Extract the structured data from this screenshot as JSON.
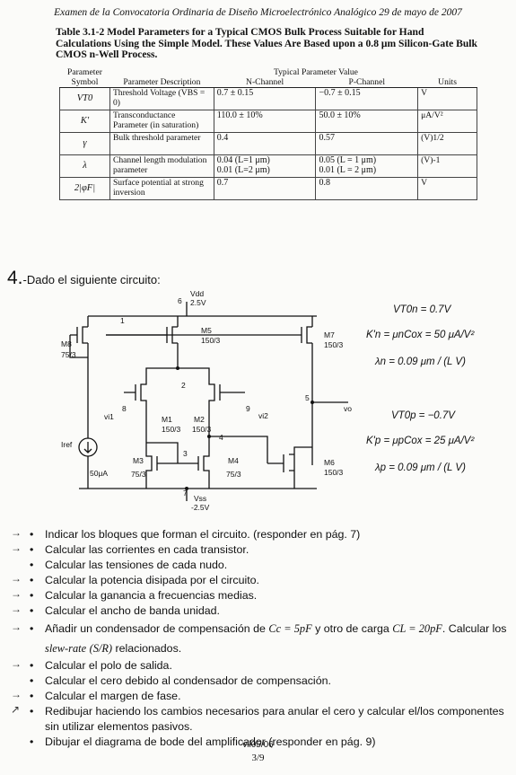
{
  "header": "Examen de la Convocatoria Ordinaria de Diseño Microelectrónico Analógico 29 de mayo de 2007",
  "table": {
    "title": "Table 3.1-2 Model Parameters for a Typical CMOS Bulk Process Suitable for Hand Calculations Using the Simple Model. These Values Are Based upon a 0.8 μm Silicon-Gate Bulk CMOS n-Well Process.",
    "headers": {
      "symbol": "Parameter Symbol",
      "description": "Parameter Description",
      "typical": "Typical Parameter Value",
      "n": "N-Channel",
      "p": "P-Channel",
      "units": "Units"
    },
    "rows": [
      {
        "symbol": "VT0",
        "desc": "Threshold Voltage (VBS = 0)",
        "n": "0.7 ± 0.15",
        "p": "−0.7 ± 0.15",
        "units": "V"
      },
      {
        "symbol": "K'",
        "desc": "Transconductance Parameter (in saturation)",
        "n": "110.0 ± 10%",
        "p": "50.0 ± 10%",
        "units": "μA/V²"
      },
      {
        "symbol": "γ",
        "desc": "Bulk threshold parameter",
        "n": "0.4",
        "p": "0.57",
        "units": "(V)1/2"
      },
      {
        "symbol": "λ",
        "desc": "Channel length modulation parameter",
        "n": "0.04 (L=1 μm)",
        "n2": "0.01 (L=2 μm)",
        "p": "0.05 (L = 1 μm)",
        "p2": "0.01 (L = 2 μm)",
        "units": "(V)-1"
      },
      {
        "symbol": "2|φF|",
        "desc": "Surface potential at strong inversion",
        "n": "0.7",
        "p": "0.8",
        "units": "V"
      }
    ]
  },
  "question": {
    "number": "4.",
    "intro": "-Dado el siguiente circuito:"
  },
  "circuit": {
    "labels": {
      "vdd": "Vdd",
      "vdd_val": "2.5V",
      "m5": "M5",
      "m5_size": "150/3",
      "m7": "M7",
      "m7_size": "150/3",
      "m8": "M8",
      "m8_size": "75/3",
      "m1": "M1",
      "m1_size": "150/3",
      "m2": "M2",
      "m2_size": "150/3",
      "m3": "M3",
      "m3_size": "75/3",
      "m4": "M4",
      "m4_size": "75/3",
      "m6": "M6",
      "m6_size": "150/3",
      "vi1": "vi1",
      "vi2": "vi2",
      "vo": "vo",
      "iref": "Iref",
      "iref_val": "50μA",
      "vss": "Vss",
      "vss_val": "-2.5V",
      "n1": "1",
      "n2": "2",
      "n3": "3",
      "n4": "4",
      "n5": "5",
      "n6": "6",
      "n7": "7",
      "n8": "8",
      "n9": "9"
    },
    "equations": {
      "vt0n": "VT0n = 0.7V",
      "kn": "K'n = μnCox = 50 μA/V²",
      "ln": "λn = 0.09 μm / (L V)",
      "vt0p": "VT0p = −0.7V",
      "kp": "K'p = μpCox = 25 μA/V²",
      "lp": "λp = 0.09 μm / (L V)"
    }
  },
  "tasks": [
    "Indicar los bloques que forman el circuito. (responder en pág. 7)",
    "Calcular las corrientes en cada transistor.",
    "Calcular las tensiones de cada nudo.",
    "Calcular la potencia disipada por el circuito.",
    "Calcular la ganancia a frecuencias medias.",
    "Calcular el ancho de banda unidad.",
    "Calcular el polo de salida.",
    "Calcular el cero debido al condensador de compensación.",
    "Calcular el margen de fase.",
    "Redibujar haciendo los cambios necesarios para anular el cero y calcular el/los componentes sin utilizar elementos pasivos.",
    "Dibujar el diagrama de bode del amplificador (responder en pág. 9)"
  ],
  "task_slew": {
    "a": "Añadir un condensador de compensación de",
    "cc": "Cc = 5pF",
    "b": "y otro de carga",
    "cl": "CL = 20pF",
    "c": ". Calcular los",
    "d": "slew-rate",
    "sr": "(S/R)",
    "e": "relacionados."
  },
  "footer": "vll05/06",
  "page": "3/9"
}
